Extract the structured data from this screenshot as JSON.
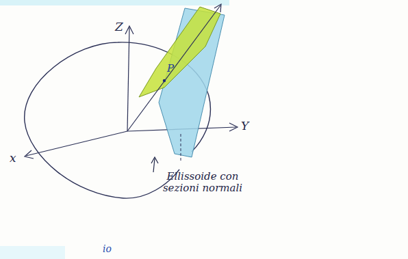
{
  "diagram": {
    "labels": [
      "Z",
      "Y",
      "x",
      "P",
      "Ellissoide con sezioni normali",
      "io"
    ]
  }
}
